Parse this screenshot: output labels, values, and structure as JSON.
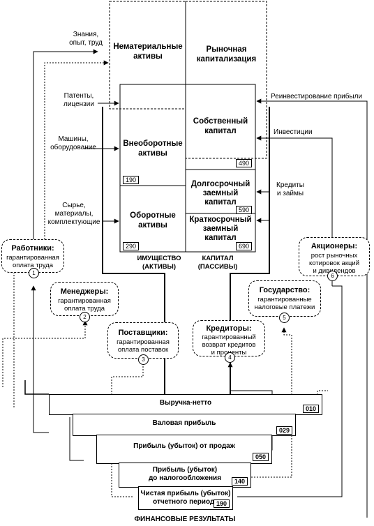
{
  "top": {
    "intangible": "Нематериальные\nактивы",
    "market_cap": "Рыночная\nкапитализация"
  },
  "balance": {
    "non_current": "Внеоборотные\nактивы",
    "non_current_code": "190",
    "current": "Оборотные\nактивы",
    "current_code": "290",
    "equity": "Собственный\nкапитал",
    "equity_code": "490",
    "long_term": "Долгосрочный\nзаемный\nкапитал",
    "long_term_code": "590",
    "short_term": "Краткосрочный\nзаемный\nкапитал",
    "short_term_code": "690",
    "assets_caption": "ИМУЩЕСТВО\n(АКТИВЫ)",
    "liabilities_caption": "КАПИТАЛ\n(ПАССИВЫ)"
  },
  "inputs": {
    "knowledge": "Знания,\nопыт, труд",
    "patents": "Патенты,\nлицензии",
    "machines": "Машины,\nоборудование",
    "materials": "Сырье,\nматериалы,\nкомплектующие",
    "reinvest": "Реинвестирование прибыли",
    "invest": "Инвестиции",
    "credits": "Кредиты\nи займы"
  },
  "stakeholders": [
    {
      "title": "Работники:",
      "desc": "гарантированная\nоплата труда",
      "num": "1"
    },
    {
      "title": "Менеджеры:",
      "desc": "гарантированная\nоплата труда",
      "num": "2"
    },
    {
      "title": "Поставщики:",
      "desc": "гарантированная\nоплата поставок",
      "num": "3"
    },
    {
      "title": "Кредиторы:",
      "desc": "гарантированный\nвозврат кредитов\nи проценты",
      "num": "4"
    },
    {
      "title": "Государство:",
      "desc": "гарантированные\nналоговые платежи",
      "num": "5"
    },
    {
      "title": "Акционеры:",
      "desc": "рост рыночных\nкотировок акций\nи дивидендов",
      "num": "6"
    }
  ],
  "financial": {
    "rows": [
      {
        "label": "Выручка-нетто",
        "code": "010"
      },
      {
        "label": "Валовая прибыль",
        "code": "029"
      },
      {
        "label": "Прибыль (убыток) от продаж",
        "code": "050"
      },
      {
        "label": "Прибыль (убыток)\nдо налогообложения",
        "code": "140"
      },
      {
        "label": "Чистая прибыль (убыток)\nотчетного периода",
        "code": "190"
      }
    ],
    "caption": "ФИНАНСОВЫЕ РЕЗУЛЬТАТЫ"
  }
}
